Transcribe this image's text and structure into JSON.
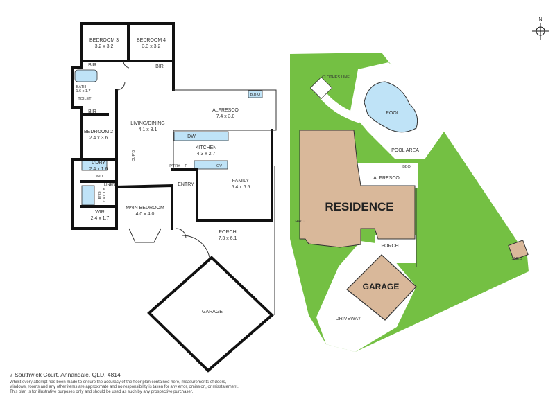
{
  "floor_plan": {
    "rooms": {
      "bedroom3": {
        "name": "BEDROOM 3",
        "dims": "3.2 x 3.2"
      },
      "bedroom4": {
        "name": "BEDROOM 4",
        "dims": "3.3 x 3.2"
      },
      "bir1": "BIR",
      "bir2": "BIR",
      "bir3": "BIR",
      "bath": {
        "name": "BATH",
        "dims": "1.6 x 1.7"
      },
      "toilet": "TOILET",
      "living": {
        "name": "LIVING/DINING",
        "dims": "4.1 x 8.1"
      },
      "alfresco": {
        "name": "ALFRESCO",
        "dims": "7.4 x 3.0"
      },
      "bbq": "B.B.Q",
      "bedroom2": {
        "name": "BEDROOM 2",
        "dims": "2.4 x 3.6"
      },
      "dw": "DW",
      "kitchen": {
        "name": "KITCHEN",
        "dims": "4.3 x 2.7"
      },
      "cupd": "CUP'D",
      "ldry": {
        "name": "L'DRY",
        "dims": "2.4 x 1.6"
      },
      "wd": "W/D",
      "ptry": "P'TRY",
      "fridge": "F",
      "ov": "OV",
      "ens": {
        "name": "ENS",
        "dims": "2.4 x 1.8"
      },
      "linen": "LINEN",
      "entry": "ENTRY",
      "family": {
        "name": "FAMILY",
        "dims": "5.4 x 6.5"
      },
      "wir": {
        "name": "WIR",
        "dims": "2.4 x 1.7"
      },
      "main_bedroom": {
        "name": "MAIN BEDROOM",
        "dims": "4.0 x 4.0"
      },
      "porch": {
        "name": "PORCH",
        "dims": "7.3 x 6.1"
      },
      "garage": "GARAGE"
    }
  },
  "site_plan": {
    "clothes_line": "CLOTHES LINE",
    "pool": "POOL",
    "pool_area": "POOL AREA",
    "alfresco": "ALFRESCO",
    "bbq": "BBQ",
    "hwc": "HWC",
    "residence": "RESIDENCE",
    "porch": "PORCH",
    "garage": "GARAGE",
    "driveway": "DRIVEWAY",
    "shed": "SHED",
    "north": "N"
  },
  "colors": {
    "lawn": "#74c043",
    "residence": "#d9b89a",
    "garage": "#d9b89a",
    "pool": "#bfe3f7",
    "fixture": "#bfe3f7"
  },
  "footer": {
    "address": "7 Southwick Court, Annandale, QLD, 4814",
    "disclaimer_1": "Whilst every attempt has been made to ensure the accuracy of the floor plan contained here, measurements of doors,",
    "disclaimer_2": "windows, rooms and any other items are approximate and no responsibility is taken for any error, omission, or misstatement.",
    "disclaimer_3": "This plan is for illustrative purposes only and should be used as such by any prospective purchaser."
  }
}
